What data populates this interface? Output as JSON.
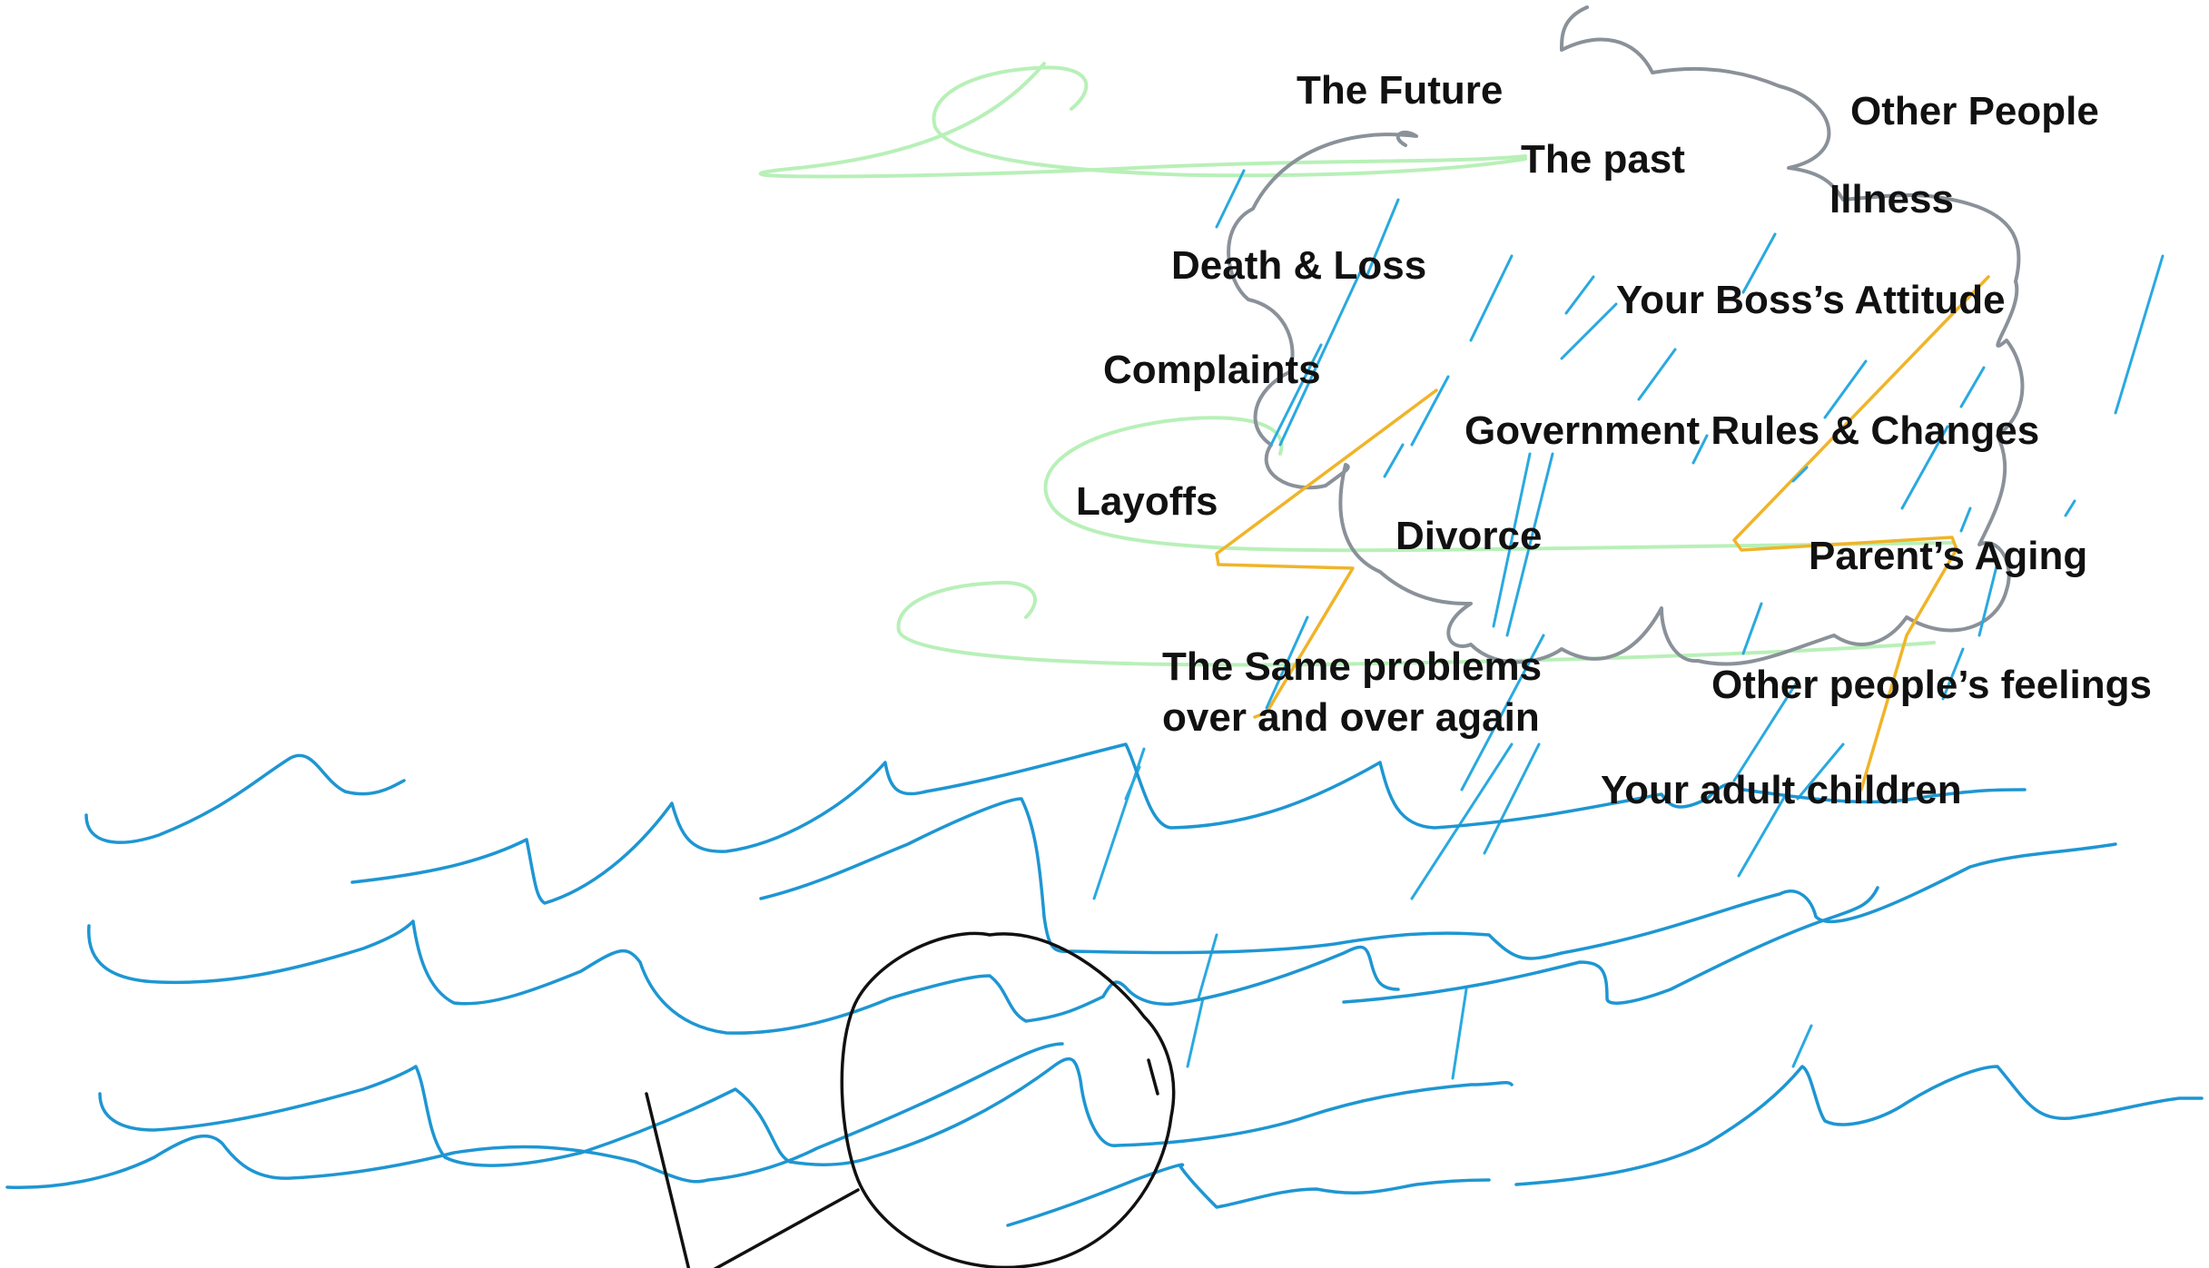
{
  "labels": {
    "the_future": "The Future",
    "the_past": "The past",
    "other_people": "Other People",
    "illness": "Illness",
    "death_loss": "Death & Loss",
    "boss_attitude": "Your Boss’s Attitude",
    "complaints": "Complaints",
    "government": "Government Rules & Changes",
    "layoffs": "Layoffs",
    "divorce": "Divorce",
    "parents_aging": "Parent’s Aging",
    "same_problems_line1": "The Same problems",
    "same_problems_line2": "over and over again",
    "others_feelings": "Other people’s feelings",
    "adult_children": "Your adult children"
  },
  "colors": {
    "text": "#111111",
    "cloud": "#8a9199",
    "wind": "#b8f0b8",
    "lightning": "#f0b429",
    "rain": "#29a9e0",
    "waves": "#1e96d2",
    "figure": "#111111"
  }
}
